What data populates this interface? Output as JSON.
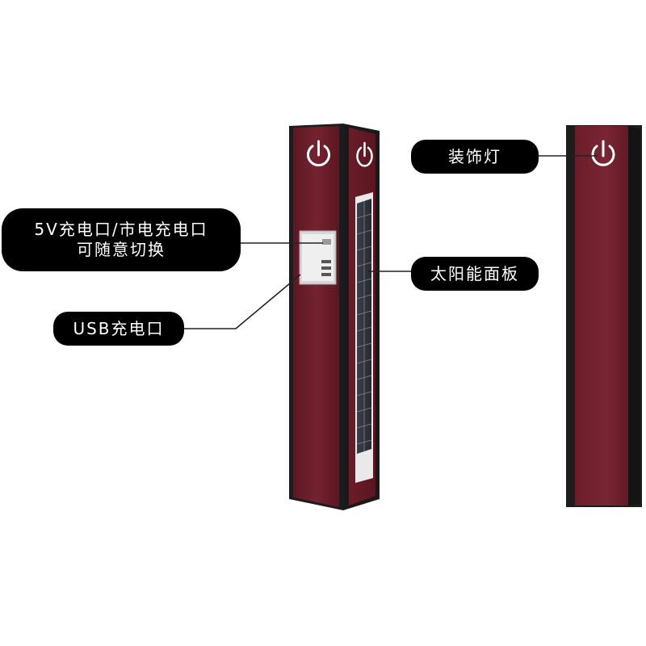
{
  "callouts": {
    "charging_switch": {
      "line1": "5V充电口/市电充电口",
      "line2": "可随意切换"
    },
    "usb_port": {
      "label": "USB充电口"
    },
    "solar_panel": {
      "label": "太阳能面板"
    },
    "decorative_light": {
      "label": "装饰灯"
    }
  },
  "colors": {
    "pillar_body": "#6f1f2a",
    "pillar_frame": "#1b1b1b",
    "callout_bg": "#000000",
    "callout_text": "#ffffff",
    "leader_line": "#222222",
    "power_icon": "#ffffff"
  },
  "icons": [
    "power-icon",
    "power-icon",
    "power-icon"
  ]
}
